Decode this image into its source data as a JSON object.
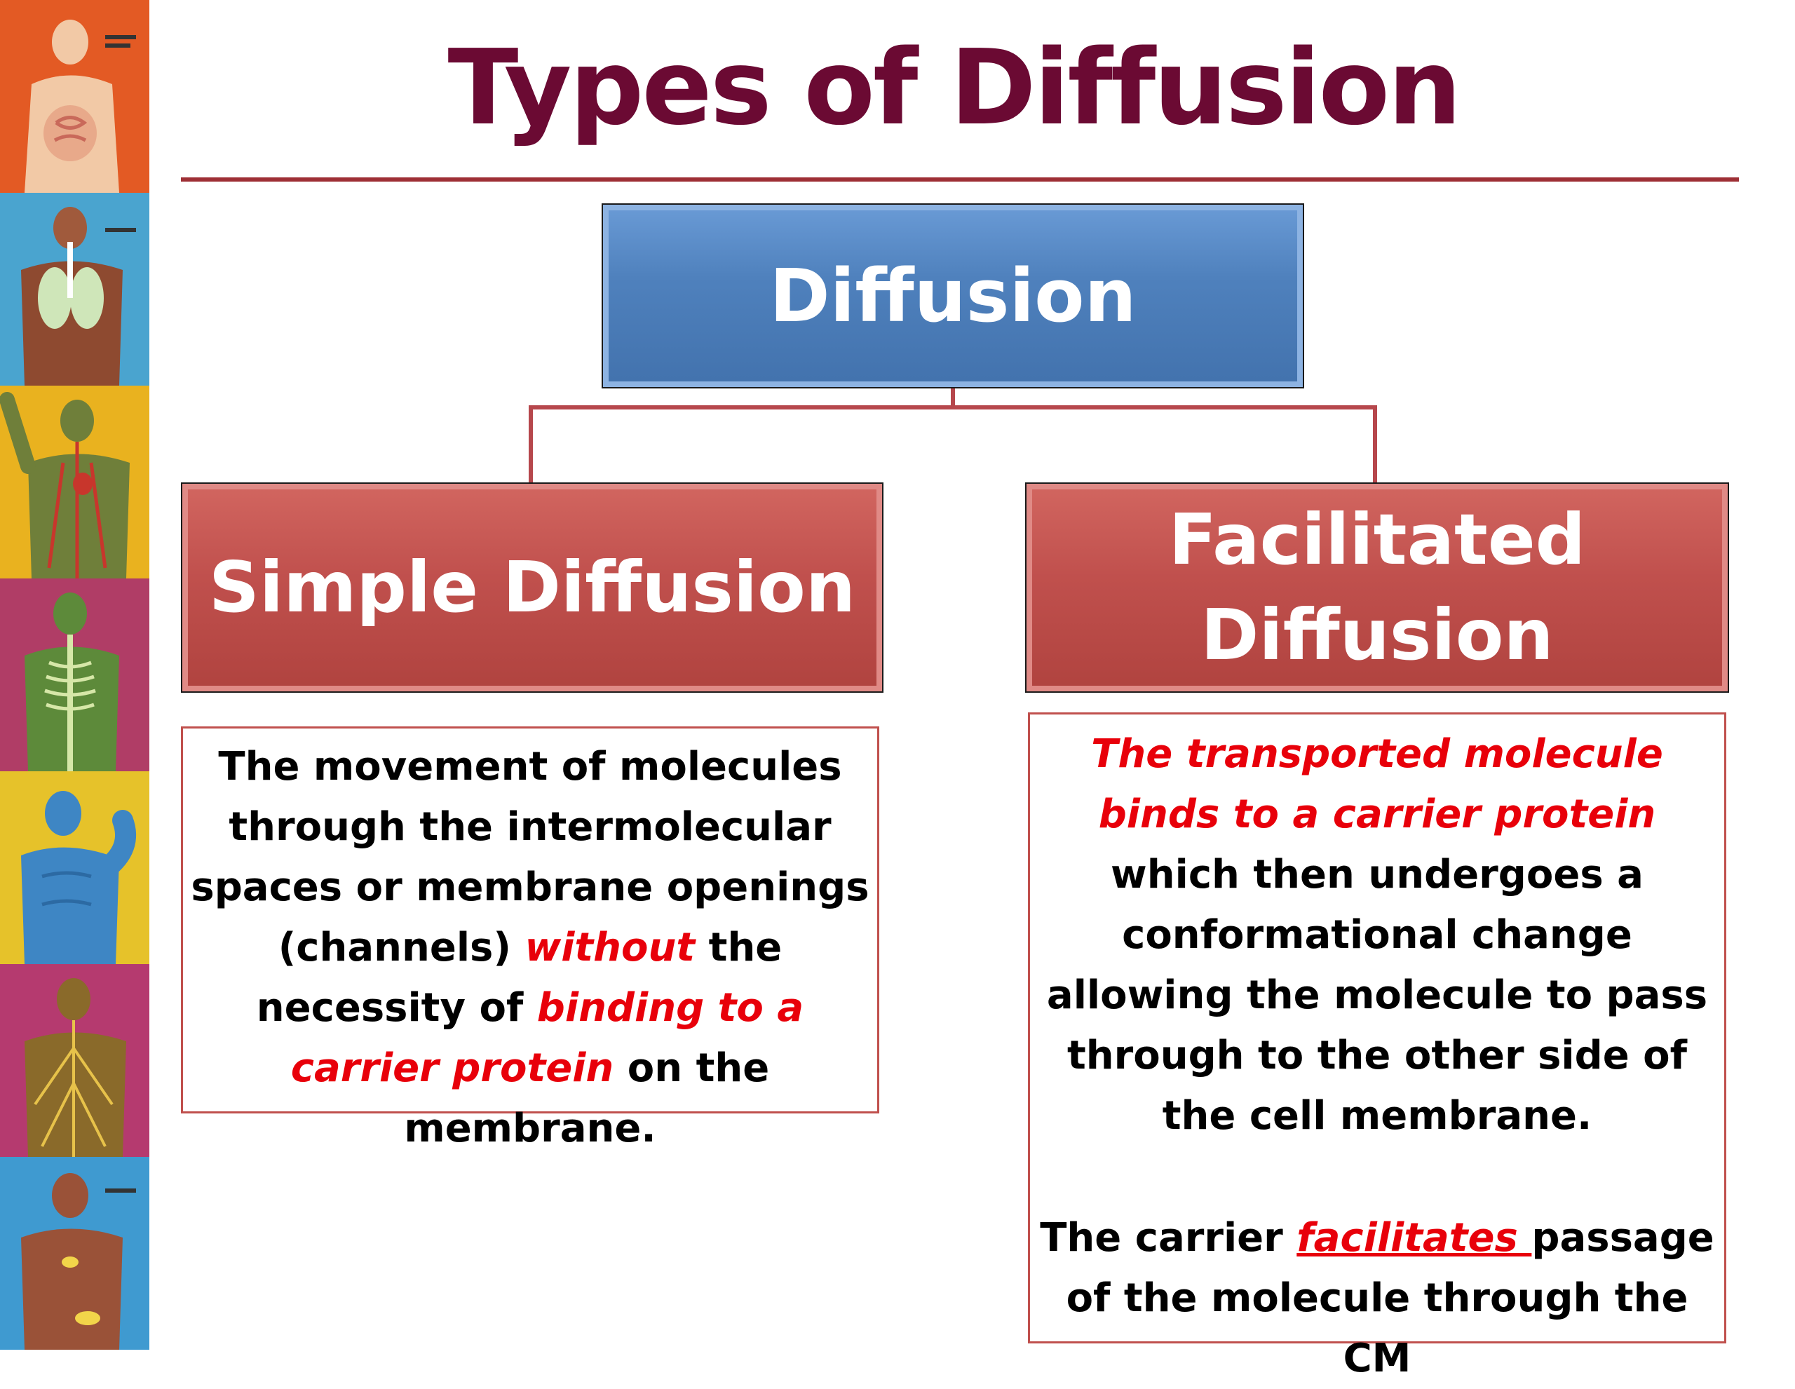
{
  "title": "Types of Diffusion",
  "colors": {
    "title": "#6b0a33",
    "rule": "#9e2f35",
    "root_box": "#4f81bd",
    "branch_box": "#c0504d",
    "highlight_text": "#e8000a"
  },
  "sidebar": {
    "panels": [
      {
        "icon": "digestive-system-figure-icon",
        "background": "#e35a24"
      },
      {
        "icon": "respiratory-system-figure-icon",
        "background": "#4aa4cf"
      },
      {
        "icon": "circulatory-system-figure-icon",
        "background": "#e9b21f"
      },
      {
        "icon": "skeletal-system-figure-icon",
        "background": "#b03d66"
      },
      {
        "icon": "muscular-system-figure-icon",
        "background": "#e6c22a"
      },
      {
        "icon": "nervous-system-figure-icon",
        "background": "#b53a6f"
      },
      {
        "icon": "endocrine-system-figure-icon",
        "background": "#3f9ad0"
      }
    ]
  },
  "diagram": {
    "root": "Diffusion",
    "branches": [
      {
        "label": "Simple Diffusion",
        "description": {
          "t1": "The movement of molecules through the intermolecular spaces or membrane openings (channels) ",
          "h1": "without",
          "t2": " the necessity of ",
          "h2": "binding to a carrier protein",
          "t3": " on the membrane."
        }
      },
      {
        "label_line1": "Facilitated",
        "label_line2": "Diffusion",
        "description": {
          "h1": "The transported molecule binds to a carrier protein",
          "t1": " which then undergoes a conformational change allowing the molecule to pass through to the other side of the cell membrane.",
          "p2_t1": "The carrier ",
          "p2_h1": "facilitates ",
          "p2_t2": "passage of the molecule through the CM"
        }
      }
    ]
  }
}
